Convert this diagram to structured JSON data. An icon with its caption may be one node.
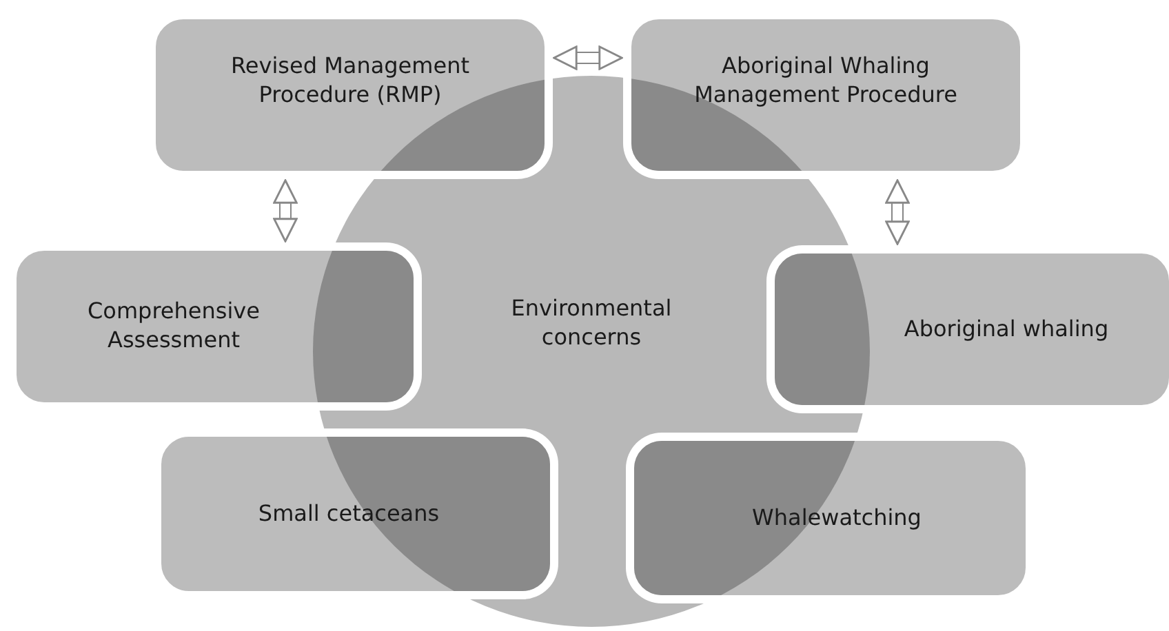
{
  "diagram": {
    "nodes": [
      {
        "text": [
          "Revised Management Procedure (RMP)"
        ]
      },
      {
        "text": [
          "Aboriginal Whaling Management Procedure"
        ]
      },
      {
        "text": [
          "Comprehensive Assessment"
        ]
      },
      {
        "text": [
          "Environmental concerns"
        ]
      },
      {
        "text": [
          "Aboriginal whaling"
        ]
      },
      {
        "text": [
          "Small cetaceans"
        ]
      },
      {
        "text": [
          "Whalewatching"
        ]
      }
    ],
    "edges": [
      {
        "from": 0,
        "to": 1,
        "arrow": "both"
      },
      {
        "from": 0,
        "to": 2,
        "arrow": "both"
      },
      {
        "from": 1,
        "to": 4,
        "arrow": "both"
      }
    ]
  }
}
